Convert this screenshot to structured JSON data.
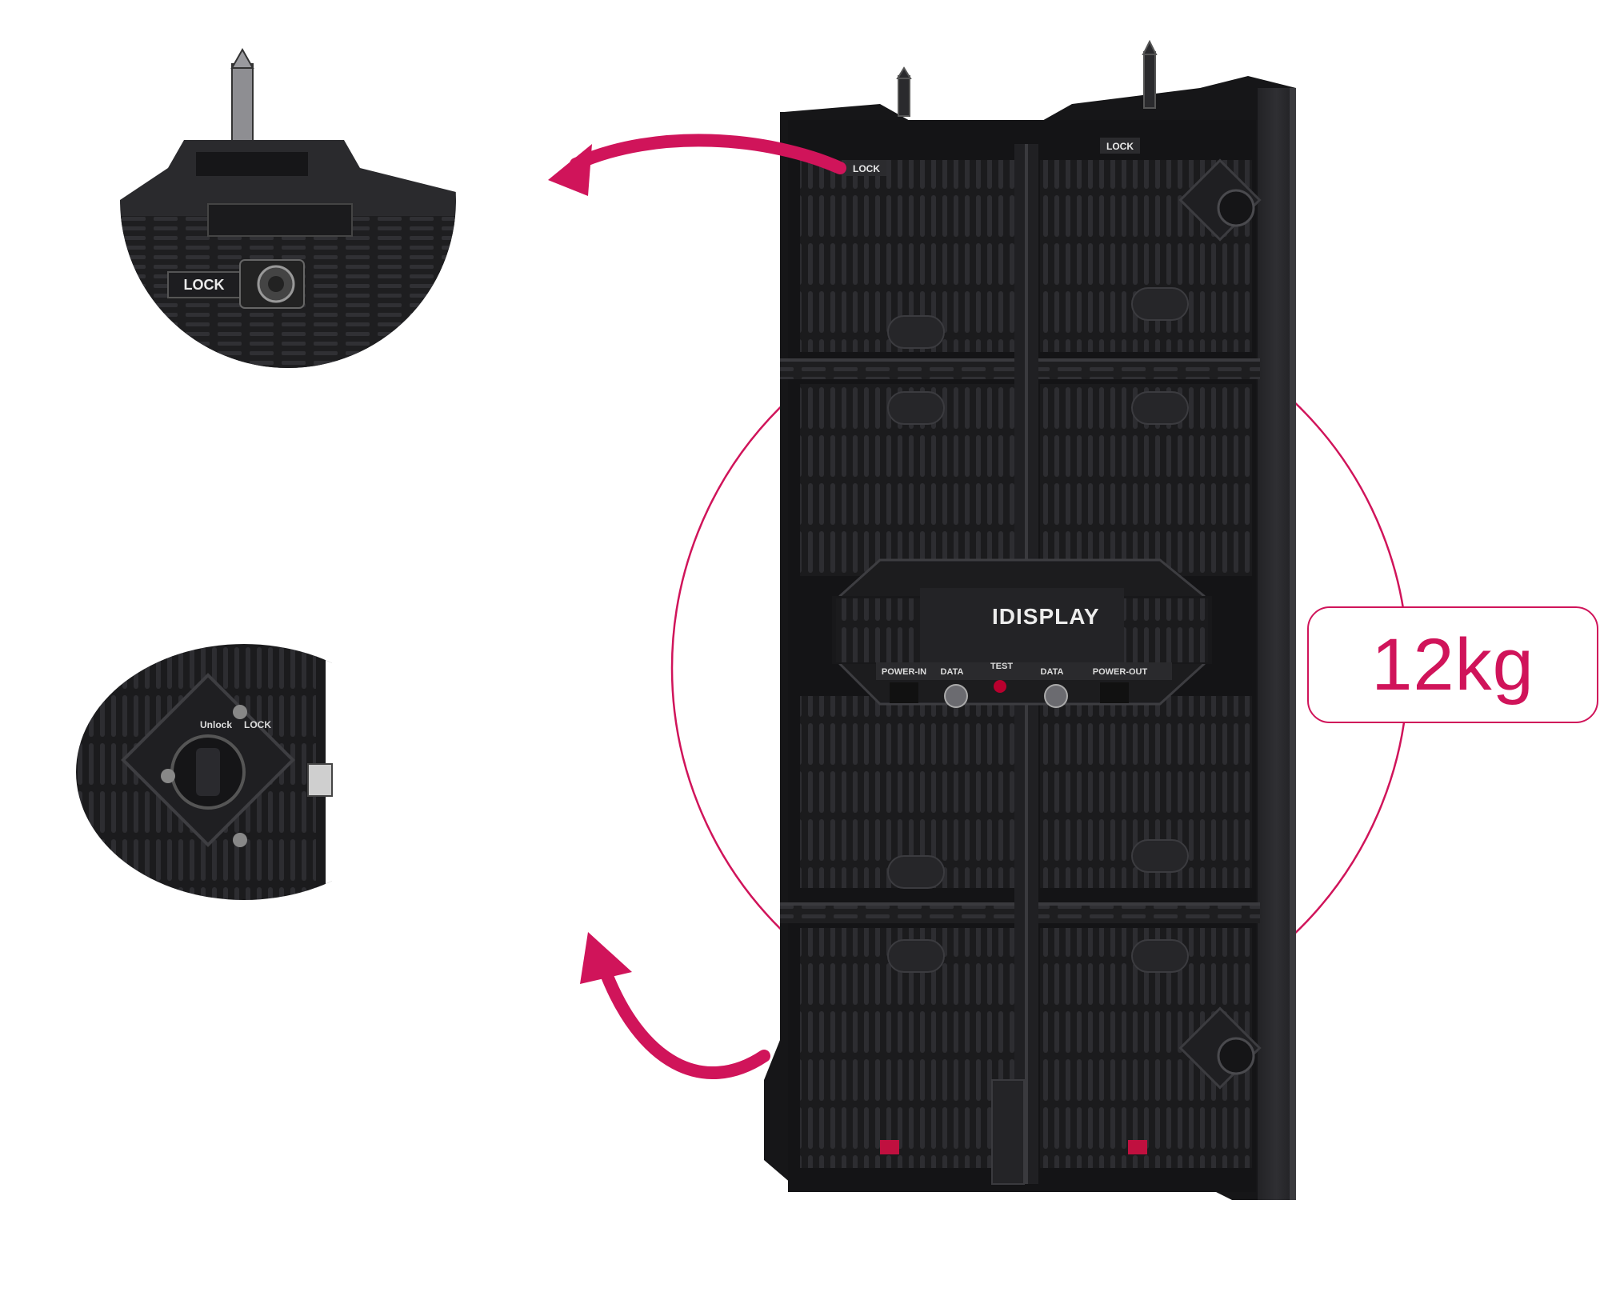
{
  "product": {
    "weight_label": "12kg",
    "module_brand": "IDISPLAY",
    "lock_label": "LOCK",
    "hub_port_labels": [
      "POWER-IN",
      "DATA",
      "TEST",
      "DATA",
      "POWER-OUT"
    ],
    "side_lock_knob_labels": [
      "Unlock",
      "LOCK"
    ]
  },
  "colors": {
    "accent": "#d0145a",
    "cabinet": "#1c1c1e",
    "cabinet_edge": "#2e2e31",
    "background": "#ffffff"
  }
}
